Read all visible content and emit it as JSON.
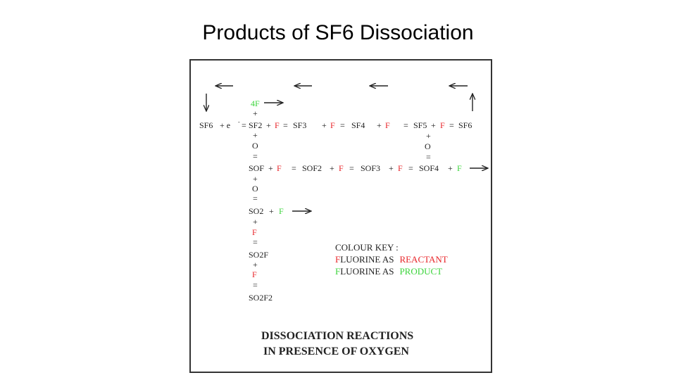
{
  "title": "Products of SF6 Dissociation",
  "diagram": {
    "top_4f": "4F",
    "row1": {
      "sf6": "SF6",
      "plus_e": "+ e",
      "e_sup": "-",
      "eq": "=",
      "sf2": "SF2",
      "plus1": "+",
      "f1": "F",
      "eq2": "=",
      "sf3": "SF3",
      "plus2": "+",
      "f2": "F",
      "eq3": "=",
      "sf4": "SF4",
      "plus3": "+",
      "f3": "F",
      "eq4": "=",
      "sf5": "SF5",
      "plus4": "+",
      "f4": "F",
      "eq5": "=",
      "sf6_end": "SF6"
    },
    "col_sf2": {
      "plus_a": "+",
      "plus_b": "+",
      "o": "O",
      "eq": "="
    },
    "col_sf5": {
      "plus": "+",
      "o": "O",
      "eq": "="
    },
    "row2": {
      "sof": "SOF",
      "plus1": "+",
      "f1": "F",
      "eq1": "=",
      "sof2": "SOF2",
      "plus2": "+",
      "f2": "F",
      "eq2": "=",
      "sof3": "SOF3",
      "plus3": "+",
      "f3": "F",
      "eq3": "=",
      "sof4": "SOF4",
      "plus4": "+",
      "f4": "F"
    },
    "col_sof": {
      "plus_a": "+",
      "o": "O",
      "eq_a": "=",
      "so2": "SO2",
      "plus_b": "+",
      "f_green": "F",
      "plus_c": "+",
      "f_a": "F",
      "eq_b": "=",
      "so2f": "SO2F",
      "plus_d": "+",
      "f_b": "F",
      "eq_c": "=",
      "so2f2": "SO2F2"
    },
    "key": {
      "heading": "COLOUR KEY :",
      "line1_first": "F",
      "line1_rest": "LUORINE AS",
      "line1_word": "REACTANT",
      "line2_first": "F",
      "line2_rest": "LUORINE AS",
      "line2_word": "PRODUCT"
    },
    "caption": {
      "line1": "DISSOCIATION REACTIONS",
      "line2": "IN PRESENCE OF OXYGEN"
    },
    "colors": {
      "reactant": "#e8262a",
      "product": "#3bd43b",
      "text": "#222222"
    }
  }
}
